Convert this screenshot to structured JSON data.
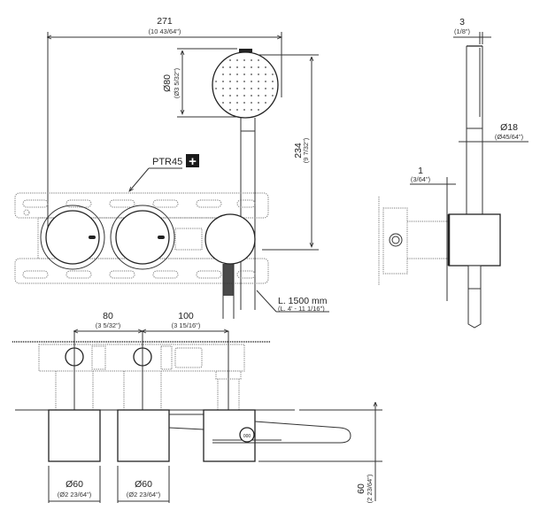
{
  "drawing": {
    "title": "Built-in shower mixer with hand shower — dimensional drawing",
    "units_primary": "mm",
    "units_secondary": "inch"
  },
  "dimensions": {
    "overall_width": {
      "value": "271",
      "imperial": "(10 43/64\")"
    },
    "shower_head_diameter": {
      "value": "Ø80",
      "imperial": "(Ø3 5/32\")"
    },
    "hand_shower_height": {
      "value": "234",
      "imperial": "(9 7/32\")"
    },
    "hose_length": {
      "value": "L. 1500 mm",
      "imperial": "(L. 4' - 11 1/16\")"
    },
    "spacing_1": {
      "value": "80",
      "imperial": "(3 5/32\")"
    },
    "spacing_2": {
      "value": "100",
      "imperial": "(3 15/16\")"
    },
    "knob_1_diameter": {
      "value": "Ø60",
      "imperial": "(Ø2 23/64\")"
    },
    "knob_2_diameter": {
      "value": "Ø60",
      "imperial": "(Ø2 23/64\")"
    },
    "knob_depth": {
      "value": "60",
      "imperial": "(2 23/64\")"
    },
    "handle_thickness": {
      "value": "3",
      "imperial": "(1/8\")"
    },
    "handle_diameter": {
      "value": "Ø18",
      "imperial": "(Ø45/64\")"
    },
    "wall_gap": {
      "value": "1",
      "imperial": "(3/64\")"
    }
  },
  "labels": {
    "rough_in_part": "PTR45",
    "plus_icon": "+"
  }
}
